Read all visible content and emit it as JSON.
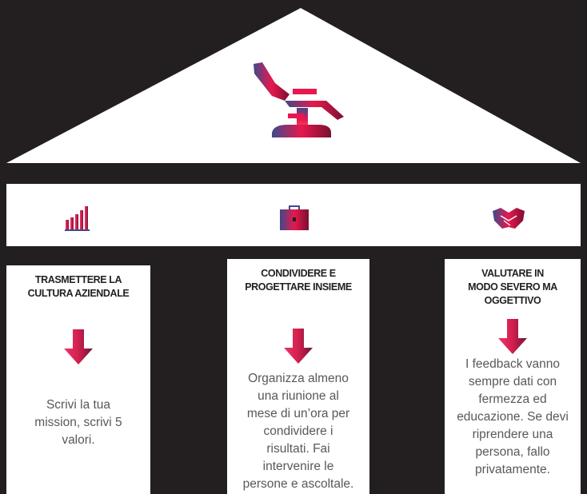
{
  "columns": [
    {
      "title_lines": [
        "TRASMETTERE LA",
        "CULTURA AZIENDALE"
      ],
      "body_lines": [
        "Scrivi la tua",
        "mission, scrivi 5",
        "valori."
      ]
    },
    {
      "title_lines": [
        "CONDIVIDERE E",
        "PROGETTARE INSIEME"
      ],
      "body_lines": [
        "Organizza almeno",
        "una riunione al",
        "mese di un’ora per",
        "condividere i",
        "risultati. Fai",
        "intervenire le",
        "persone e ascoltale."
      ]
    },
    {
      "title_lines": [
        "VALUTARE IN",
        "MODO SEVERO MA",
        "OGGETTIVO"
      ],
      "body_lines": [
        "I feedback vanno",
        "sempre dati con",
        "fermezza ed",
        "educazione. Se devi",
        "riprendere una",
        "persona, fallo",
        "privatamente."
      ]
    }
  ],
  "icons": {
    "roof": "dental-chair-icon",
    "band": [
      "bar-chart-icon",
      "briefcase-icon",
      "handshake-icon"
    ],
    "arrow": "down-arrow-icon"
  },
  "colors": {
    "background": "#231f20",
    "panel": "#ffffff",
    "gradient_start": "#e7184e",
    "gradient_mid": "#c2185b",
    "gradient_end": "#3d4a8c"
  }
}
